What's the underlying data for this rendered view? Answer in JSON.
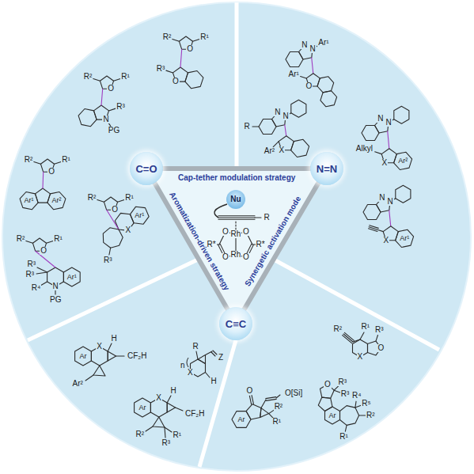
{
  "diagram": {
    "nodes": [
      {
        "text": [
          "C=O"
        ]
      },
      {
        "text": [
          "N=N"
        ]
      },
      {
        "text": [
          "C≡C"
        ]
      },
      {
        "text": [
          "Nu"
        ]
      }
    ],
    "edges": [
      {
        "from": 0,
        "to": 1,
        "label": "Cap-tether modulation strategy",
        "arrow": "none"
      },
      {
        "from": 1,
        "to": 2,
        "label": "Synergetic activation mode",
        "arrow": "none"
      },
      {
        "from": 2,
        "to": 0,
        "label": "Aromatization-driven strategy",
        "arrow": "none"
      }
    ],
    "labels": [
      "R",
      "Rh",
      "Rh",
      "O",
      "O",
      "O",
      "O",
      "R*",
      "R*",
      "R²",
      "R¹",
      "O",
      "R³",
      "N",
      "PG",
      "R²",
      "R¹",
      "O",
      "R³",
      "O",
      "R²",
      "R¹",
      "O",
      "Ar¹",
      "Ar²",
      "R²",
      "R¹",
      "O",
      "R³",
      "R³",
      "R⁴",
      "N",
      "PG",
      "Ar¹",
      "R²",
      "R¹",
      "O",
      "X",
      "Ar¹",
      "R³",
      "Ar",
      "X",
      "H",
      "CF₂H",
      "Ar²",
      "Ar",
      "X",
      "H",
      "CF₂H",
      "R²",
      "R¹",
      "R³",
      "R",
      "n",
      "X",
      "Z",
      "H",
      "O",
      "Ar",
      "R¹",
      "R²",
      "O[Si]",
      "R²",
      "R¹",
      "R³",
      "O",
      "X",
      "R³",
      "R³",
      "O",
      "Ar",
      "R⁴",
      "R⁵",
      "R²",
      "R¹",
      "N",
      "N",
      "Ar¹",
      "Ar¹",
      "O",
      "N",
      "N",
      "Alkyl",
      "X",
      "Ar²",
      "N",
      "N",
      "X",
      "Ar¹",
      "R",
      "N",
      "N",
      "Ar²",
      "X"
    ]
  }
}
